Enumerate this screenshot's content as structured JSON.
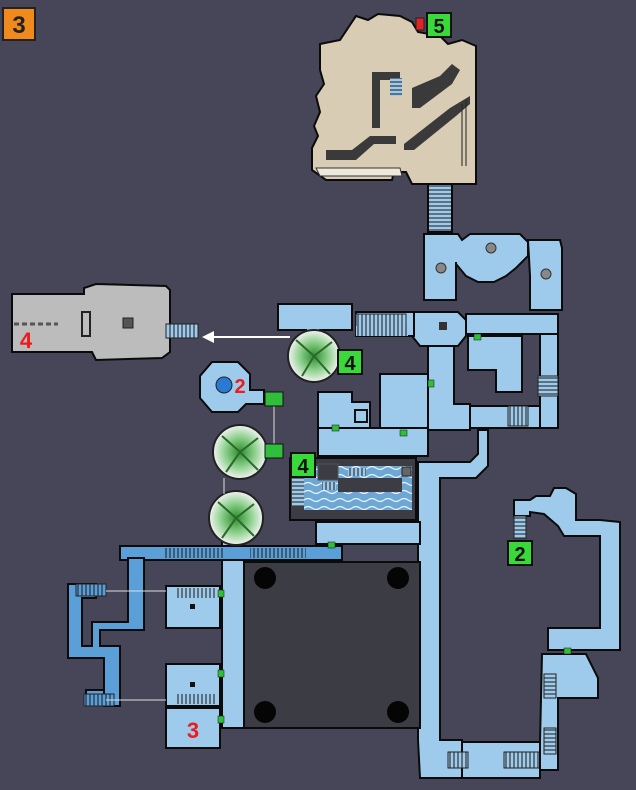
{
  "map": {
    "floor_number": "3",
    "marker_labels": {
      "door_5": "5",
      "fan_4": "4",
      "tank_4": "4",
      "room_2": "2",
      "stairs_2": "2",
      "room_3": "3",
      "west_room_4": "4"
    }
  },
  "colors": {
    "background": "#464658",
    "room_fill": "#9ecbeb",
    "room_outline": "#0b0b0b",
    "dark_corridor": "#5b9fd8",
    "sand_area": "#d8ccb4",
    "grey_room": "#bcbcbc",
    "dark_hall": "#3c3c44",
    "door_green": "#2fbf3a",
    "locked_red": "#e32222",
    "label_green": "#3ad93a",
    "label_red": "#ef1a1a",
    "floor_badge": "#f08a1c",
    "water": "#6ea6d4"
  }
}
